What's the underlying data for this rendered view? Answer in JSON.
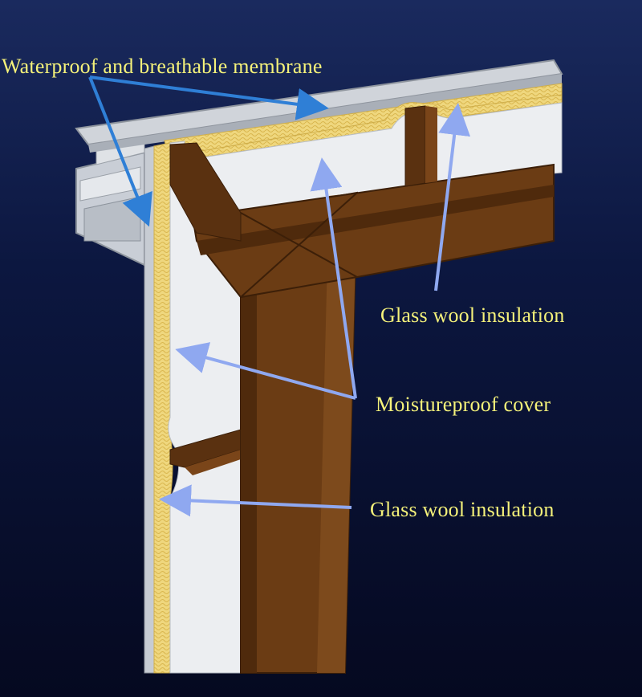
{
  "labels": {
    "membrane": "Waterproof and breathable membrane",
    "glass_wool_top": "Glass wool insulation",
    "moistureproof": "Moistureproof cover",
    "glass_wool_bottom": "Glass wool insulation"
  },
  "colors": {
    "label_text": "#f5f27a",
    "arrow_dark": "#2f7fd6",
    "arrow_light": "#8fa8f0",
    "steel": "#6b3c14",
    "insulation": "#e9d27a",
    "membrane": "#c7ccd3"
  }
}
